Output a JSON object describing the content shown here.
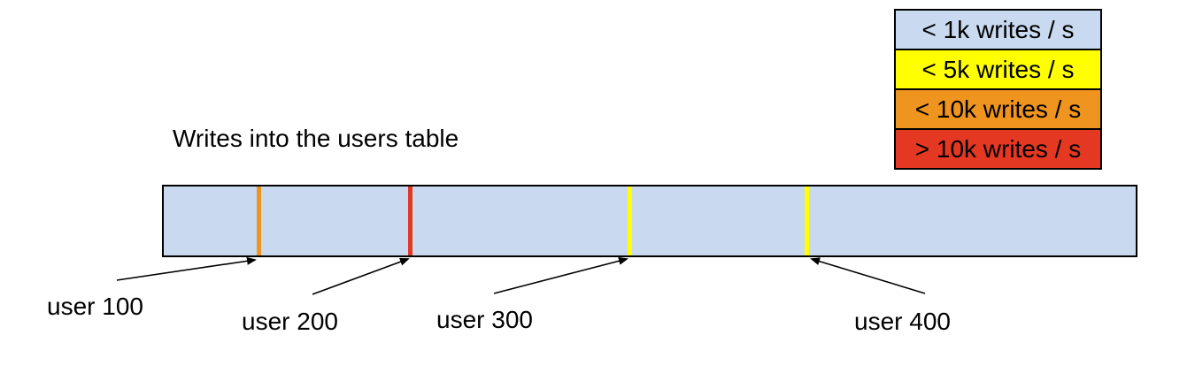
{
  "title": "Writes into the users table",
  "colors": {
    "bar_fill": "#c9daf0",
    "light_blue": "#c9daf0",
    "yellow": "#ffff00",
    "orange": "#ef941e",
    "red": "#e53822",
    "border": "#000000"
  },
  "legend": {
    "items": [
      {
        "label": "< 1k writes / s",
        "color": "#c9daf0"
      },
      {
        "label": "< 5k writes / s",
        "color": "#ffff00"
      },
      {
        "label": "< 10k writes / s",
        "color": "#ef941e"
      },
      {
        "label": "> 10k writes / s",
        "color": "#e53822"
      }
    ]
  },
  "bar": {
    "stripes": [
      {
        "user": "user 100",
        "rate": "< 10k writes / s",
        "color": "#ef941e"
      },
      {
        "user": "user 200",
        "rate": "> 10k writes / s",
        "color": "#e53822"
      },
      {
        "user": "user 300",
        "rate": "< 5k writes / s",
        "color": "#ffff00"
      },
      {
        "user": "user 400",
        "rate": "< 5k writes / s",
        "color": "#ffff00"
      }
    ]
  },
  "user_labels": [
    {
      "label": "user 100"
    },
    {
      "label": "user 200"
    },
    {
      "label": "user 300"
    },
    {
      "label": "user 400"
    }
  ]
}
